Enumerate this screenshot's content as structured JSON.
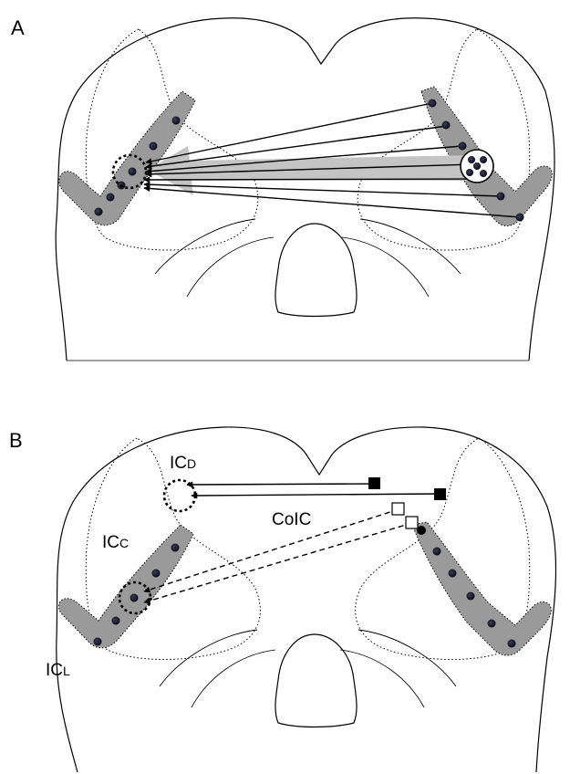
{
  "panels": {
    "a": {
      "label": "A"
    },
    "b": {
      "label": "B"
    }
  },
  "labels": {
    "icd_main": "IC",
    "icd_sub": "D",
    "icc_main": "IC",
    "icc_sub": "C",
    "icl_main": "IC",
    "icl_sub": "L",
    "colic": "CoIC"
  },
  "colors": {
    "band_fill": "#9a9a9a",
    "gray_arrow": "#c4c4c4",
    "outline": "#000000",
    "dot": "#111111"
  }
}
